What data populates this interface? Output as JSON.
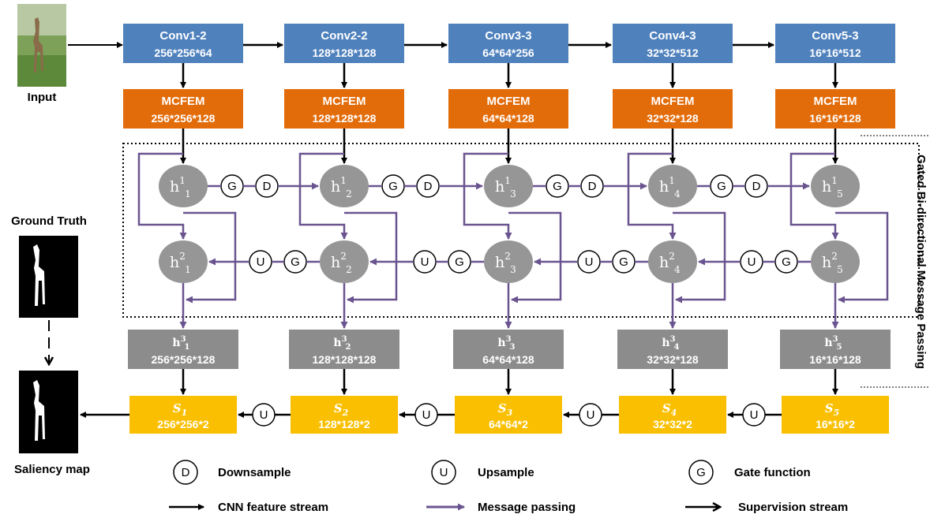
{
  "colors": {
    "conv": "#4f81bd",
    "mcfem": "#e36c0a",
    "node": "#969696",
    "h3": "#8c8c8c",
    "saliency": "#f9bf00",
    "message": "#6a5490",
    "arrow": "#000000"
  },
  "input_label": "Input",
  "ground_truth_label": "Ground Truth",
  "saliency_map_label": "Saliency map",
  "gbmp_title": "Gated Bi-directional Message Passing",
  "columns": [
    {
      "conv_name": "Conv1-2",
      "conv_size": "256*256*64",
      "mcfem_name": "MCFEM",
      "mcfem_size": "256*256*128",
      "h1_sub": "1",
      "h2_sub": "1",
      "h3_sub": "1",
      "h3_size": "256*256*128",
      "s_sub": "1",
      "s_size": "256*256*2"
    },
    {
      "conv_name": "Conv2-2",
      "conv_size": "128*128*128",
      "mcfem_name": "MCFEM",
      "mcfem_size": "128*128*128",
      "h1_sub": "2",
      "h2_sub": "2",
      "h3_sub": "2",
      "h3_size": "128*128*128",
      "s_sub": "2",
      "s_size": "128*128*2"
    },
    {
      "conv_name": "Conv3-3",
      "conv_size": "64*64*256",
      "mcfem_name": "MCFEM",
      "mcfem_size": "64*64*128",
      "h1_sub": "3",
      "h2_sub": "3",
      "h3_sub": "3",
      "h3_size": "64*64*128",
      "s_sub": "3",
      "s_size": "64*64*2"
    },
    {
      "conv_name": "Conv4-3",
      "conv_size": "32*32*512",
      "mcfem_name": "MCFEM",
      "mcfem_size": "32*32*128",
      "h1_sub": "4",
      "h2_sub": "4",
      "h3_sub": "4",
      "h3_size": "32*32*128",
      "s_sub": "4",
      "s_size": "32*32*2"
    },
    {
      "conv_name": "Conv5-3",
      "conv_size": "16*16*512",
      "mcfem_name": "MCFEM",
      "mcfem_size": "16*16*128",
      "h1_sub": "5",
      "h2_sub": "5",
      "h3_sub": "5",
      "h3_size": "16*16*128",
      "s_sub": "5",
      "s_size": "16*16*2"
    }
  ],
  "node_letter": "h",
  "h1_sup": "1",
  "h2_sup": "2",
  "h3_sup": "3",
  "s_letter": "S",
  "gate_symbol": "G",
  "down_symbol": "D",
  "up_symbol": "U",
  "legend": {
    "downsample": {
      "symbol": "D",
      "label": "Downsample"
    },
    "upsample": {
      "symbol": "U",
      "label": "Upsample"
    },
    "gate": {
      "symbol": "G",
      "label": "Gate function"
    },
    "cnn_stream": "CNN feature stream",
    "message_passing": "Message passing",
    "supervision_stream": "Supervision stream"
  }
}
